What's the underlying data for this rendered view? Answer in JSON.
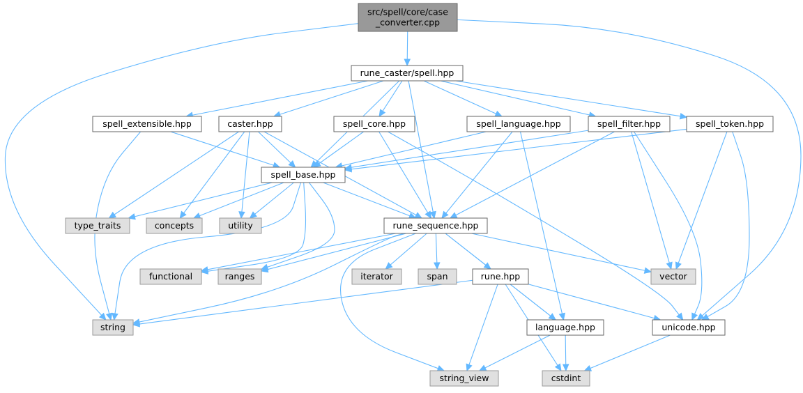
{
  "diagram": {
    "colors": {
      "edge": "#63b8ff",
      "root_fill": "#999999",
      "root_border": "#666666",
      "file_fill": "#ffffff",
      "file_border": "#666666",
      "std_fill": "#e0e0e0",
      "std_border": "#999999"
    },
    "nodes": [
      {
        "id": "case_converter",
        "kind": "root",
        "lines": [
          "src/spell/core/case",
          "_converter.cpp"
        ]
      },
      {
        "id": "spell",
        "kind": "file",
        "lines": [
          "rune_caster/spell.hpp"
        ]
      },
      {
        "id": "spell_extensible",
        "kind": "file",
        "lines": [
          "spell_extensible.hpp"
        ]
      },
      {
        "id": "caster",
        "kind": "file",
        "lines": [
          "caster.hpp"
        ]
      },
      {
        "id": "spell_core",
        "kind": "file",
        "lines": [
          "spell_core.hpp"
        ]
      },
      {
        "id": "spell_language",
        "kind": "file",
        "lines": [
          "spell_language.hpp"
        ]
      },
      {
        "id": "spell_filter",
        "kind": "file",
        "lines": [
          "spell_filter.hpp"
        ]
      },
      {
        "id": "spell_token",
        "kind": "file",
        "lines": [
          "spell_token.hpp"
        ]
      },
      {
        "id": "spell_base",
        "kind": "file",
        "lines": [
          "spell_base.hpp"
        ]
      },
      {
        "id": "type_traits",
        "kind": "std",
        "lines": [
          "type_traits"
        ]
      },
      {
        "id": "concepts",
        "kind": "std",
        "lines": [
          "concepts"
        ]
      },
      {
        "id": "utility",
        "kind": "std",
        "lines": [
          "utility"
        ]
      },
      {
        "id": "rune_sequence",
        "kind": "file",
        "lines": [
          "rune_sequence.hpp"
        ]
      },
      {
        "id": "functional",
        "kind": "std",
        "lines": [
          "functional"
        ]
      },
      {
        "id": "ranges",
        "kind": "std",
        "lines": [
          "ranges"
        ]
      },
      {
        "id": "iterator",
        "kind": "std",
        "lines": [
          "iterator"
        ]
      },
      {
        "id": "span",
        "kind": "std",
        "lines": [
          "span"
        ]
      },
      {
        "id": "rune",
        "kind": "file",
        "lines": [
          "rune.hpp"
        ]
      },
      {
        "id": "vector",
        "kind": "std",
        "lines": [
          "vector"
        ]
      },
      {
        "id": "string",
        "kind": "std",
        "lines": [
          "string"
        ]
      },
      {
        "id": "language",
        "kind": "file",
        "lines": [
          "language.hpp"
        ]
      },
      {
        "id": "unicode",
        "kind": "file",
        "lines": [
          "unicode.hpp"
        ]
      },
      {
        "id": "string_view",
        "kind": "std",
        "lines": [
          "string_view"
        ]
      },
      {
        "id": "cstdint",
        "kind": "std",
        "lines": [
          "cstdint"
        ]
      }
    ],
    "edges": [
      [
        "case_converter",
        "spell"
      ],
      [
        "case_converter",
        "string"
      ],
      [
        "case_converter",
        "unicode"
      ],
      [
        "spell",
        "spell_extensible"
      ],
      [
        "spell",
        "caster"
      ],
      [
        "spell",
        "spell_core"
      ],
      [
        "spell",
        "spell_language"
      ],
      [
        "spell",
        "spell_filter"
      ],
      [
        "spell",
        "spell_token"
      ],
      [
        "spell",
        "spell_base"
      ],
      [
        "spell",
        "rune_sequence"
      ],
      [
        "spell_extensible",
        "spell_base"
      ],
      [
        "spell_extensible",
        "string"
      ],
      [
        "caster",
        "spell_base"
      ],
      [
        "caster",
        "type_traits"
      ],
      [
        "caster",
        "concepts"
      ],
      [
        "caster",
        "utility"
      ],
      [
        "caster",
        "rune_sequence"
      ],
      [
        "spell_core",
        "spell_base"
      ],
      [
        "spell_core",
        "rune_sequence"
      ],
      [
        "spell_core",
        "unicode"
      ],
      [
        "spell_language",
        "spell_base"
      ],
      [
        "spell_language",
        "rune_sequence"
      ],
      [
        "spell_language",
        "language"
      ],
      [
        "spell_filter",
        "spell_base"
      ],
      [
        "spell_filter",
        "rune_sequence"
      ],
      [
        "spell_filter",
        "vector"
      ],
      [
        "spell_filter",
        "unicode"
      ],
      [
        "spell_token",
        "spell_base"
      ],
      [
        "spell_token",
        "vector"
      ],
      [
        "spell_token",
        "unicode"
      ],
      [
        "spell_base",
        "type_traits"
      ],
      [
        "spell_base",
        "concepts"
      ],
      [
        "spell_base",
        "utility"
      ],
      [
        "spell_base",
        "rune_sequence"
      ],
      [
        "spell_base",
        "functional"
      ],
      [
        "spell_base",
        "ranges"
      ],
      [
        "spell_base",
        "string"
      ],
      [
        "rune_sequence",
        "functional"
      ],
      [
        "rune_sequence",
        "ranges"
      ],
      [
        "rune_sequence",
        "iterator"
      ],
      [
        "rune_sequence",
        "span"
      ],
      [
        "rune_sequence",
        "rune"
      ],
      [
        "rune_sequence",
        "vector"
      ],
      [
        "rune_sequence",
        "string"
      ],
      [
        "rune_sequence",
        "string_view"
      ],
      [
        "rune_sequence",
        "language"
      ],
      [
        "rune",
        "string"
      ],
      [
        "rune",
        "language"
      ],
      [
        "rune",
        "unicode"
      ],
      [
        "rune",
        "string_view"
      ],
      [
        "rune",
        "cstdint"
      ],
      [
        "language",
        "string_view"
      ],
      [
        "language",
        "cstdint"
      ],
      [
        "unicode",
        "cstdint"
      ]
    ]
  }
}
